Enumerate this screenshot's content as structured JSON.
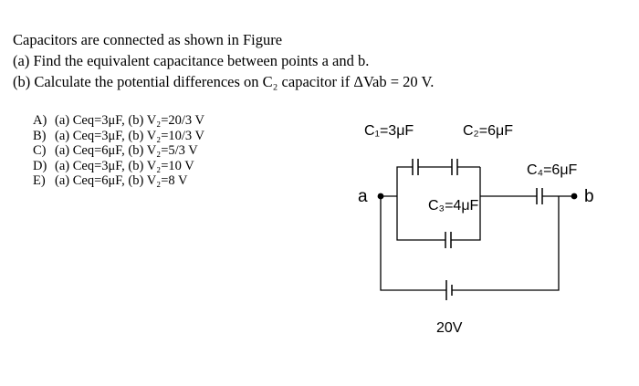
{
  "question": {
    "line1": "Capacitors are connected as shown in Figure",
    "line2": "(a) Find the equivalent capacitance between points a and b.",
    "line3": "(b) Calculate the potential differences on C₂ capacitor if ΔVab = 20 V."
  },
  "choices": [
    {
      "letter": "A)",
      "text": "(a) Ceq=3μF, (b) V₂=20/3 V"
    },
    {
      "letter": "B)",
      "text": "(a) Ceq=3μF, (b) V₂=10/3 V"
    },
    {
      "letter": "C)",
      "text": "(a) Ceq=6μF, (b) V₂=5/3 V"
    },
    {
      "letter": "D)",
      "text": "(a) Ceq=3μF, (b) V₂=10 V"
    },
    {
      "letter": "E)",
      "text": "(a) Ceq=6μF, (b) V₂=8 V"
    }
  ],
  "circuit": {
    "c1_label": "C₁=3μF",
    "c2_label": "C₂=6μF",
    "c3_label": "C₃=4μF",
    "c4_label": "C₄=6μF",
    "node_a": "a",
    "node_b": "b",
    "battery_label": "20V"
  }
}
